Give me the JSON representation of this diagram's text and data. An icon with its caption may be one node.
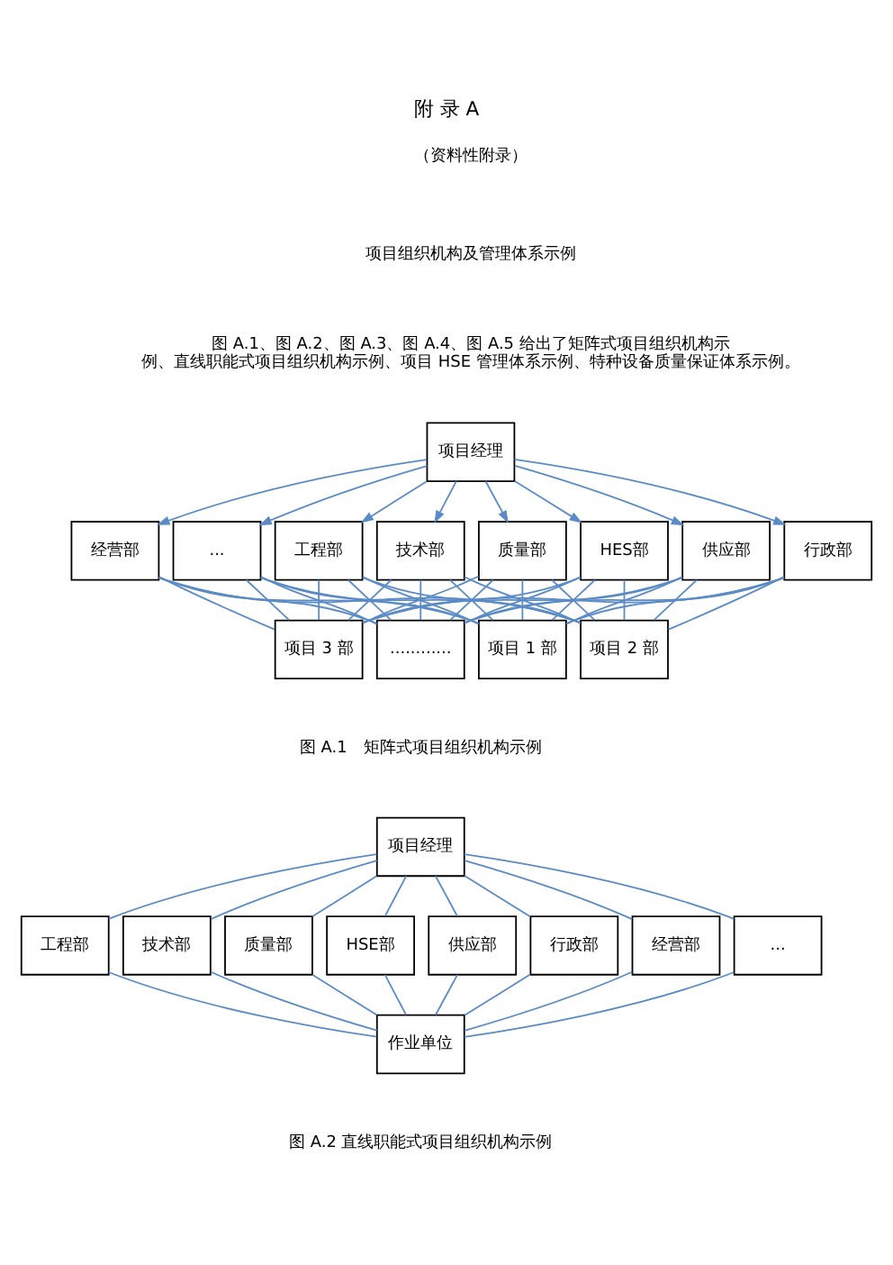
{
  "diagram": {
    "title": "附 录 A",
    "nodes": [
      {
        "text": [
          "项目经理"
        ]
      },
      {
        "text": [
          "工程部"
        ]
      },
      {
        "text": [
          "技术部"
        ]
      },
      {
        "text": [
          "质量部"
        ]
      },
      {
        "text": [
          "HES部"
        ]
      },
      {
        "text": [
          "供应部"
        ]
      },
      {
        "text": [
          "行政部"
        ]
      },
      {
        "text": [
          "经营部"
        ]
      },
      {
        "text": [
          "..."
        ]
      },
      {
        "text": [
          "项目 1 部"
        ]
      },
      {
        "text": [
          "项目 2 部"
        ]
      },
      {
        "text": [
          "项目 3 部"
        ]
      },
      {
        "text": [
          "............"
        ]
      },
      {
        "text": [
          "项目经理"
        ]
      },
      {
        "text": [
          "工程部"
        ]
      },
      {
        "text": [
          "技术部"
        ]
      },
      {
        "text": [
          "质量部"
        ]
      },
      {
        "text": [
          "HSE部"
        ]
      },
      {
        "text": [
          "供应部"
        ]
      },
      {
        "text": [
          "行政部"
        ]
      },
      {
        "text": [
          "经营部"
        ]
      },
      {
        "text": [
          "..."
        ]
      },
      {
        "text": [
          "作业单位"
        ]
      }
    ],
    "edges": [
      {
        "from": 0,
        "to": 1,
        "arrow": "to"
      },
      {
        "from": 0,
        "to": 2,
        "arrow": "to"
      },
      {
        "from": 0,
        "to": 3,
        "arrow": "to"
      },
      {
        "from": 0,
        "to": 4,
        "arrow": "to"
      },
      {
        "from": 0,
        "to": 5,
        "arrow": "to"
      },
      {
        "from": 0,
        "to": 6,
        "arrow": "to"
      },
      {
        "from": 0,
        "to": 7,
        "arrow": "to"
      },
      {
        "from": 0,
        "to": 8,
        "arrow": "to"
      },
      {
        "from": 1,
        "to": 9,
        "arrow": "none"
      },
      {
        "from": 2,
        "to": 9,
        "arrow": "none"
      },
      {
        "from": 3,
        "to": 9,
        "arrow": "none"
      },
      {
        "from": 4,
        "to": 9,
        "arrow": "none"
      },
      {
        "from": 5,
        "to": 9,
        "arrow": "none"
      },
      {
        "from": 6,
        "to": 9,
        "arrow": "none"
      },
      {
        "from": 7,
        "to": 9,
        "arrow": "none"
      },
      {
        "from": 8,
        "to": 9,
        "arrow": "none"
      },
      {
        "from": 1,
        "to": 10,
        "arrow": "none"
      },
      {
        "from": 2,
        "to": 10,
        "arrow": "none"
      },
      {
        "from": 3,
        "to": 10,
        "arrow": "none"
      },
      {
        "from": 4,
        "to": 10,
        "arrow": "none"
      },
      {
        "from": 5,
        "to": 10,
        "arrow": "none"
      },
      {
        "from": 6,
        "to": 10,
        "arrow": "none"
      },
      {
        "from": 7,
        "to": 10,
        "arrow": "none"
      },
      {
        "from": 8,
        "to": 10,
        "arrow": "none"
      },
      {
        "from": 1,
        "to": 11,
        "arrow": "none"
      },
      {
        "from": 2,
        "to": 11,
        "arrow": "none"
      },
      {
        "from": 3,
        "to": 11,
        "arrow": "none"
      },
      {
        "from": 4,
        "to": 11,
        "arrow": "none"
      },
      {
        "from": 5,
        "to": 11,
        "arrow": "none"
      },
      {
        "from": 6,
        "to": 11,
        "arrow": "none"
      },
      {
        "from": 7,
        "to": 11,
        "arrow": "none"
      },
      {
        "from": 8,
        "to": 11,
        "arrow": "none"
      },
      {
        "from": 1,
        "to": 12,
        "arrow": "none"
      },
      {
        "from": 2,
        "to": 12,
        "arrow": "none"
      },
      {
        "from": 3,
        "to": 12,
        "arrow": "none"
      },
      {
        "from": 4,
        "to": 12,
        "arrow": "none"
      },
      {
        "from": 5,
        "to": 12,
        "arrow": "none"
      },
      {
        "from": 6,
        "to": 12,
        "arrow": "none"
      },
      {
        "from": 7,
        "to": 12,
        "arrow": "none"
      },
      {
        "from": 8,
        "to": 12,
        "arrow": "none"
      },
      {
        "from": 13,
        "to": 14,
        "arrow": "none"
      },
      {
        "from": 13,
        "to": 15,
        "arrow": "none"
      },
      {
        "from": 13,
        "to": 16,
        "arrow": "none"
      },
      {
        "from": 13,
        "to": 17,
        "arrow": "none"
      },
      {
        "from": 13,
        "to": 18,
        "arrow": "none"
      },
      {
        "from": 13,
        "to": 19,
        "arrow": "none"
      },
      {
        "from": 13,
        "to": 20,
        "arrow": "none"
      },
      {
        "from": 13,
        "to": 21,
        "arrow": "none"
      },
      {
        "from": 14,
        "to": 22,
        "arrow": "none"
      },
      {
        "from": 15,
        "to": 22,
        "arrow": "none"
      },
      {
        "from": 16,
        "to": 22,
        "arrow": "none"
      },
      {
        "from": 17,
        "to": 22,
        "arrow": "none"
      },
      {
        "from": 18,
        "to": 22,
        "arrow": "none"
      },
      {
        "from": 19,
        "to": 22,
        "arrow": "none"
      },
      {
        "from": 20,
        "to": 22,
        "arrow": "none"
      },
      {
        "from": 21,
        "to": 22,
        "arrow": "none"
      }
    ],
    "labels": [
      "（资料性附录）",
      "项目组织机构及管理体系示例",
      "图 A.1、图 A.2、图 A.3、图 A.4、图 A.5 给出了矩阵式项目组织机构示例、直线职能式项目组织机构示例、项目 HSE 管理体系示例、特种设备质量保证体系示例。",
      "图 A.1　矩阵式项目组织机构示例",
      "图 A.2 直线职能式项目组织机构示例"
    ]
  }
}
